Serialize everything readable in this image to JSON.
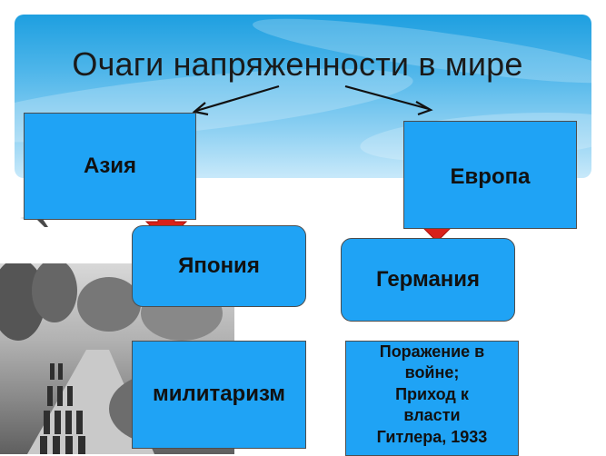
{
  "title": "Очаги напряженности в мире",
  "nodes": {
    "asia": "Азия",
    "europe": "Европа",
    "japan": "Япония",
    "germany": "Германия",
    "militarism": "милитаризм",
    "defeat": [
      "Поражение в",
      "войне;",
      "Приход к",
      "власти",
      "Гитлера, 1933"
    ]
  },
  "colors": {
    "box_fill": "#1fa3f5",
    "arrow_red": "#d9211a",
    "sky": "#3aaeea"
  },
  "decorations": [
    "airplane-icon",
    "marching-soldiers-photo"
  ]
}
